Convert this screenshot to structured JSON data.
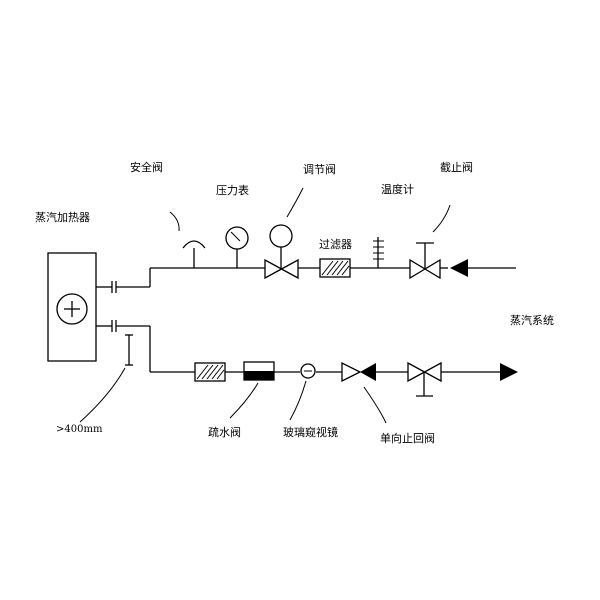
{
  "labels": {
    "heater": "蒸汽加热器",
    "safety_valve": "安全阀",
    "pressure_gauge": "压力表",
    "regulating_valve": "调节阀",
    "filter": "过滤器",
    "thermometer": "温度计",
    "shutoff_valve": "截止阀",
    "steam_system": "蒸汽系统",
    "height_note": ">400mm",
    "drain_valve": "疏水阀",
    "sight_glass": "玻璃窥视镜",
    "check_valve": "单向止回阀"
  },
  "icons": {
    "heater_symbol": "circle-plus-icon",
    "inlet_arrow": "arrow-left-icon",
    "outlet_arrow": "arrow-right-icon"
  }
}
